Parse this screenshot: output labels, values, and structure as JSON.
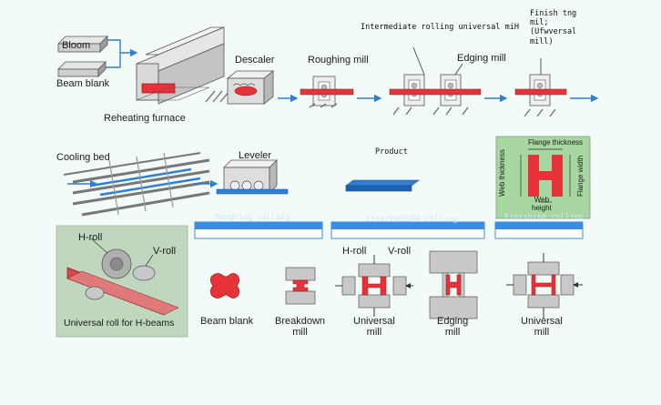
{
  "top_row": {
    "bloom": "Bloom",
    "beam_blank": "Beam blank",
    "reheating_furnace": "Reheating furnace",
    "descaler": "Descaler",
    "roughing_mill": "Roughing mill",
    "intermediate_mill": "Intermediate rolling universal miH",
    "edging_mill": "Edging mill",
    "finishing_mill": "Finish tng\nmil;\n(Ufwversal\nmill)"
  },
  "middle_row": {
    "cooling_bed": "Cooling bed",
    "leveler": "Leveler",
    "product": "Product",
    "flange_thickness": "Flange thickness",
    "web_thickness": "Web thickness",
    "flange_width": "Flange width",
    "web_height": "Web\nheight"
  },
  "stage_bands": {
    "roughing": "Roughing rolling",
    "intermediate": "Intermedia牯 rolling",
    "finishing": "Finishing rolling"
  },
  "bottom_row": {
    "h_roll": "H-roll",
    "v_roll": "V-roll",
    "universal_roll_caption": "Universal roll for H-beams",
    "beam_blank": "Beam blank",
    "breakdown_mill": "Breakdown\nmill",
    "universal_mill_1": "Universal\nmill",
    "h_roll_2": "H-roll",
    "v_roll_2": "V-roll",
    "edging_mill": "Edging\nmill",
    "universal_mill_2": "Universal\nmill"
  },
  "colors": {
    "steel_red": "#e8323a",
    "machine_gray": "#cfcfcf",
    "flow_blue": "#2f7fd6",
    "band_blue": "#3a8de0",
    "panel_green": "#bfd6bf",
    "cross_section_green": "#a8d6a0"
  }
}
